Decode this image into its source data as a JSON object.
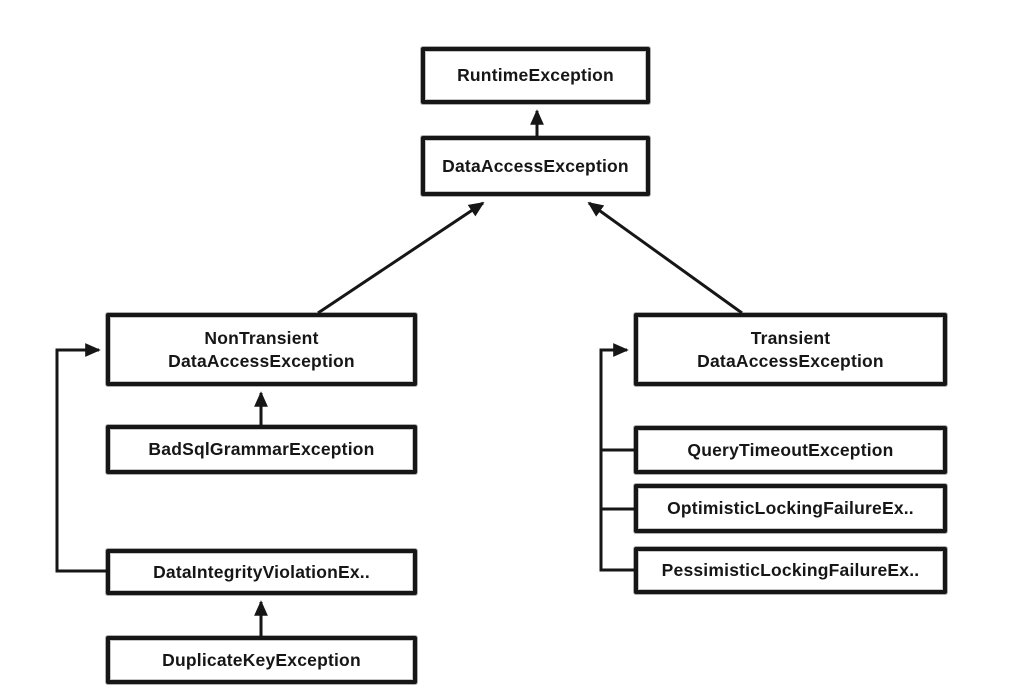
{
  "diagram": {
    "type": "class-hierarchy",
    "colors": {
      "background": "#ffffff",
      "box_fill": "#ffffff",
      "box_border": "#161616",
      "text": "#161616",
      "line": "#161616"
    },
    "nodes": {
      "runtime": {
        "label": "RuntimeException"
      },
      "dataaccess": {
        "label": "DataAccessException"
      },
      "nontransient": {
        "label": "NonTransient\nDataAccessException"
      },
      "badsqlgrammar": {
        "label": "BadSqlGrammarException"
      },
      "dataintegrity": {
        "label": "DataIntegrityViolationEx.."
      },
      "duplicatekey": {
        "label": "DuplicateKeyException"
      },
      "transient": {
        "label": "Transient\nDataAccessException"
      },
      "querytimeout": {
        "label": "QueryTimeoutException"
      },
      "optimistic": {
        "label": "OptimisticLockingFailureEx.."
      },
      "pessimistic": {
        "label": "PessimisticLockingFailureEx.."
      }
    },
    "edges": [
      {
        "from": "DataAccessException",
        "to": "RuntimeException",
        "style": "arrow-up"
      },
      {
        "from": "NonTransientDataAccessException",
        "to": "DataAccessException",
        "style": "arrow-diagonal"
      },
      {
        "from": "TransientDataAccessException",
        "to": "DataAccessException",
        "style": "arrow-diagonal"
      },
      {
        "from": "BadSqlGrammarException",
        "to": "NonTransientDataAccessException",
        "style": "arrow-up"
      },
      {
        "from": "DataIntegrityViolationEx..",
        "to": "NonTransientDataAccessException",
        "style": "elbow-arrow"
      },
      {
        "from": "DuplicateKeyException",
        "to": "DataIntegrityViolationEx..",
        "style": "arrow-up"
      },
      {
        "from": "QueryTimeoutException",
        "to": "TransientDataAccessException",
        "style": "trunk-branch"
      },
      {
        "from": "OptimisticLockingFailureEx..",
        "to": "TransientDataAccessException",
        "style": "trunk-branch"
      },
      {
        "from": "PessimisticLockingFailureEx..",
        "to": "TransientDataAccessException",
        "style": "trunk-branch"
      }
    ]
  }
}
